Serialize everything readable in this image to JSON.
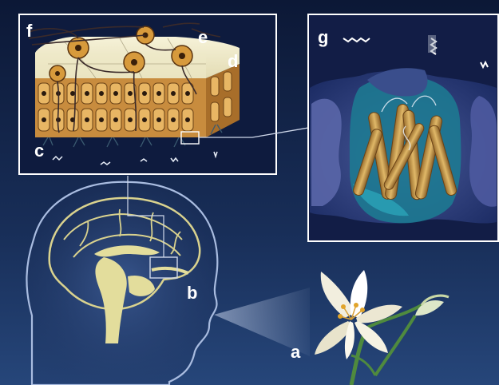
{
  "figure": {
    "labels": {
      "a": "a",
      "b": "b",
      "c": "c",
      "d": "d",
      "e": "e",
      "f": "f",
      "g": "g"
    }
  },
  "colors": {
    "background_top": "#0f1c3c",
    "background_bottom": "#23406e",
    "frame": "#ffffff",
    "head_glow": "#5a78b0",
    "brain_fill": "#e3dd9c",
    "epithelium": "#d6a04e",
    "mucus": "#f3efcf",
    "helix": "#c89a48",
    "protein_surface": "#6d76b0",
    "protein_teal": "#1f8aa0",
    "lily_petal": "#f4f0df",
    "stem": "#4f8a3e"
  },
  "icons": [
    "head-silhouette-icon",
    "lily-flower-icon",
    "olfactory-epithelium-icon",
    "receptor-protein-icon",
    "odorant-molecule-icon"
  ]
}
